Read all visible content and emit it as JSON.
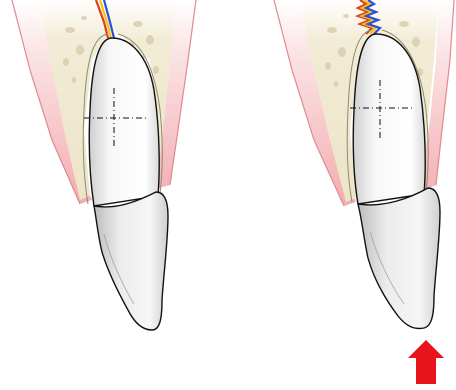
{
  "figure": {
    "panels": [
      {
        "id": "left",
        "nerve_state": "normal",
        "arrow": false
      },
      {
        "id": "right",
        "nerve_state": "compressed",
        "arrow": true,
        "arrow_direction": "up"
      }
    ],
    "colors": {
      "gingiva": "#f0a4aa",
      "gingiva_light": "#fbe3e4",
      "bone": "#efe8cf",
      "bone_spots": "#d8cfae",
      "root": "#f6f6f6",
      "crown": "#e8e8e8",
      "outline": "#111111",
      "nerve_red": "#e23a1c",
      "nerve_yellow": "#f3c41a",
      "nerve_blue": "#2a4fd6",
      "arrow_red": "#e8141c"
    }
  }
}
